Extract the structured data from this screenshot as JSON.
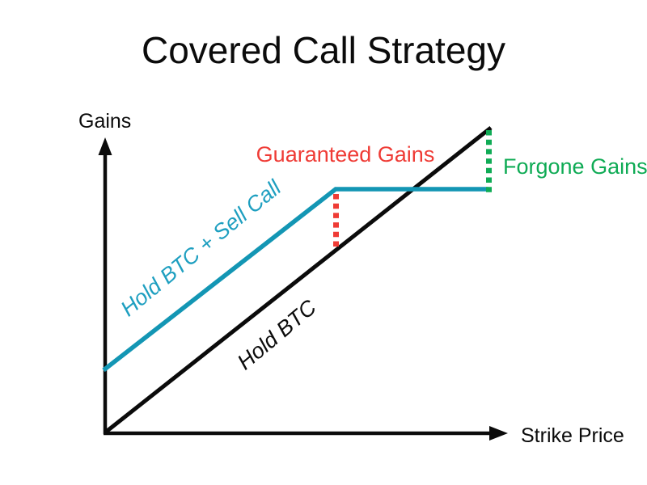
{
  "title": "Covered Call Strategy",
  "axes": {
    "y_label": "Gains",
    "x_label": "Strike Price"
  },
  "series": {
    "covered_call_label": "Hold BTC + Sell Call",
    "hold_btc_label": "Hold BTC"
  },
  "annotations": {
    "guaranteed_gains": "Guaranteed Gains",
    "forgone_gains": "Forgone Gains"
  },
  "colors": {
    "axis_black": "#0b0b0b",
    "hold_btc_line": "#0b0b0b",
    "covered_call_line": "#1396B4",
    "covered_call_text": "#1E9FC0",
    "guaranteed_red": "#EF3B35",
    "forgone_green": "#0FAB55",
    "title_text": "#0b0b0b"
  }
}
